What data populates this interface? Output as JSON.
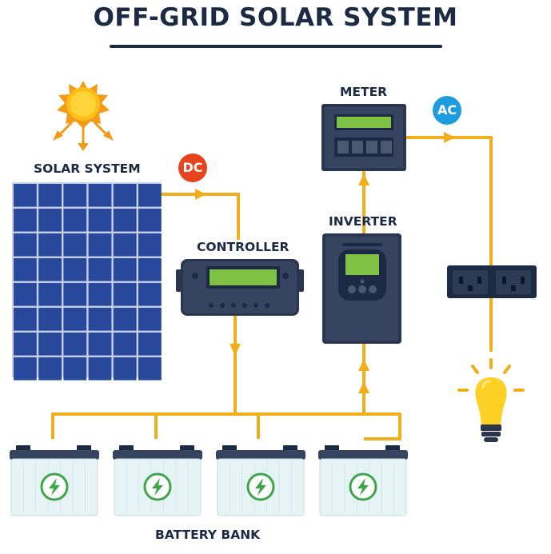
{
  "title": "OFF-GRID SOLAR SYSTEM",
  "labels": {
    "solar_system": "SOLAR SYSTEM",
    "controller": "CONTROLLER",
    "meter": "METER",
    "inverter": "INVERTER",
    "battery_bank": "BATTERY BANK"
  },
  "badges": {
    "dc": "DC",
    "ac": "AC"
  },
  "colors": {
    "wire": "#f2ad1b",
    "navy": "#1c2a44",
    "panel_blue": "#28489b",
    "dc_badge": "#e6431f",
    "ac_badge": "#1d9ce0",
    "screen_green": "#7ec144",
    "battery_body": "#e6f3f4",
    "bolt_green": "#3ea54a",
    "bulb_yellow": "#fbd125"
  },
  "icons": [
    "sun-icon",
    "solar-panel-icon",
    "charge-controller-icon",
    "meter-icon",
    "inverter-icon",
    "power-socket-icon",
    "light-bulb-icon",
    "battery-icon",
    "lightning-bolt-icon"
  ]
}
